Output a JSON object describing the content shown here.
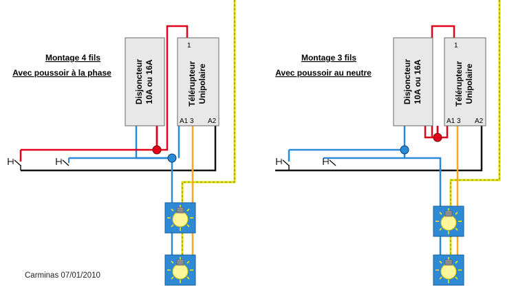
{
  "colors": {
    "phase": "#e0001b",
    "neutral": "#2a8ad8",
    "ground": "#e0e000",
    "ground_dash": "#7a7a00",
    "return": "#f5a623",
    "line": "#111111",
    "lamp_box": "#2e8ad4",
    "lamp_glow": "#fff59a"
  },
  "left": {
    "title": "Montage 4 fils",
    "subtitle": "Avec poussoir à la phase",
    "breaker_line1": "Disjoncteur",
    "breaker_line2": "10A ou 16A",
    "relay_line1": "Télérupteur",
    "relay_line2": "Unipolaire",
    "terminal_1": "1",
    "terminal_a1": "A1",
    "terminal_3": "3",
    "terminal_a2": "A2"
  },
  "right": {
    "title": "Montage 3 fils",
    "subtitle": "Avec poussoir au neutre",
    "breaker_line1": "Disjoncteur",
    "breaker_line2": "10A ou 16A",
    "relay_line1": "Télérupteur",
    "relay_line2": "Unipolaire",
    "terminal_1": "1",
    "terminal_a1": "A1",
    "terminal_3": "3",
    "terminal_a2": "A2"
  },
  "credit": "Carminas 07/01/2010"
}
